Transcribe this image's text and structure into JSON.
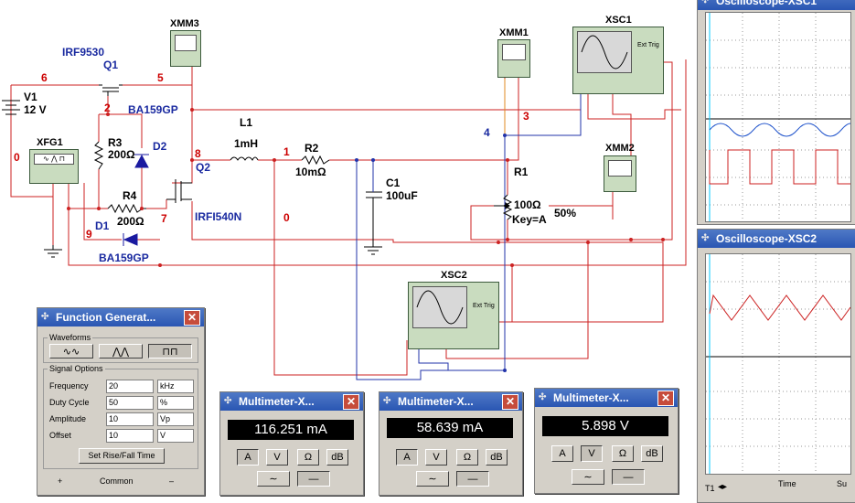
{
  "schematic": {
    "nodes": {
      "n0a": "0",
      "n0b": "0",
      "n1": "1",
      "n2": "2",
      "n3": "3",
      "n4": "4",
      "n5": "5",
      "n6": "6",
      "n7": "7",
      "n8": "8",
      "n9": "9"
    },
    "components": {
      "v1_ref": "V1",
      "v1_val": "12 V",
      "xfg1": "XFG1",
      "q1_part": "IRF9530",
      "q1_ref": "Q1",
      "d2_part": "BA159GP",
      "d2_ref": "D2",
      "r3_ref": "R3",
      "r3_val": "200Ω",
      "r4_ref": "R4",
      "r4_val": "200Ω",
      "d1_ref": "D1",
      "d1_part": "BA159GP",
      "q2_ref": "Q2",
      "q2_part": "IRFI540N",
      "l1_ref": "L1",
      "l1_val": "1mH",
      "r2_ref": "R2",
      "r2_val": "10mΩ",
      "c1_ref": "C1",
      "c1_val": "100uF",
      "r1_ref": "R1",
      "r1_val": "100Ω",
      "r1_key": "Key=A",
      "r1_pct": "50%",
      "xmm1": "XMM1",
      "xmm2": "XMM2",
      "xmm3": "XMM3",
      "xsc1": "XSC1",
      "xsc2": "XSC2",
      "ext_trig": "Ext Trig"
    }
  },
  "function_generator": {
    "title": "Function Generat...",
    "waveforms_label": "Waveforms",
    "signal_options_label": "Signal Options",
    "fields": [
      {
        "label": "Frequency",
        "value": "20",
        "unit": "kHz"
      },
      {
        "label": "Duty Cycle",
        "value": "50",
        "unit": "%"
      },
      {
        "label": "Amplitude",
        "value": "10",
        "unit": "Vp"
      },
      {
        "label": "Offset",
        "value": "10",
        "unit": "V"
      }
    ],
    "rise_fall_button": "Set Rise/Fall Time",
    "plus": "+",
    "common": "Common",
    "minus": "–"
  },
  "multimeters": [
    {
      "title": "Multimeter-X...",
      "reading": "116.251 mA",
      "selected": "A"
    },
    {
      "title": "Multimeter-X...",
      "reading": "58.639 mA",
      "selected": "A"
    },
    {
      "title": "Multimeter-X...",
      "reading": "5.898 V",
      "selected": "V"
    }
  ],
  "meter_buttons": [
    "A",
    "V",
    "Ω",
    "dB"
  ],
  "scopes": {
    "xsc1_title": "Oscilloscope-XSC1",
    "xsc2_title": "Oscilloscope-XSC2",
    "t1": "T1",
    "time": "Time",
    "su": "Su"
  },
  "colors": {
    "wire_red": "#cc2222",
    "wire_blue": "#2233aa",
    "wire_orange": "#e08a20",
    "titlebar": "#2f5cb8",
    "node_label": "#cc0000",
    "part_label": "#1a2aa0"
  }
}
